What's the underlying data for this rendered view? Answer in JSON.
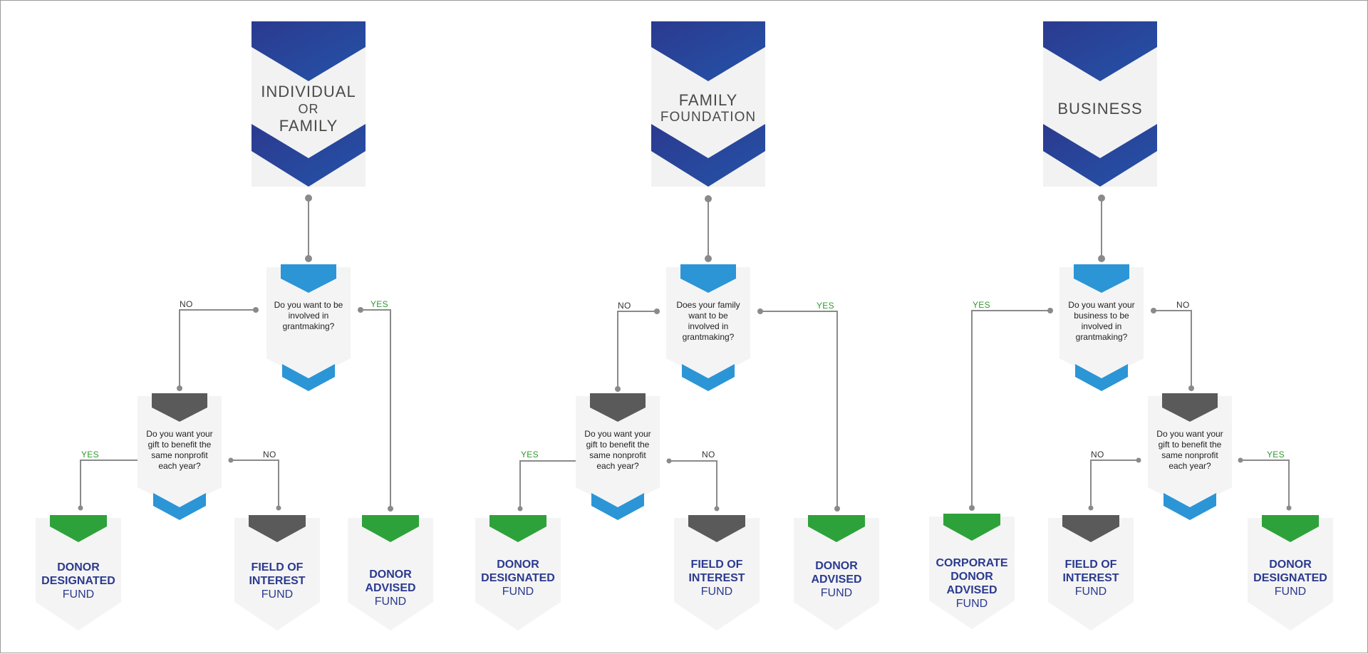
{
  "colors": {
    "header_blue": "#2b3a8f",
    "question_blue": "#2b95d6",
    "question_gray": "#5a5a5a",
    "result_green": "#2ea23a",
    "result_gray": "#5a5a5a",
    "connector": "#8a8a8a",
    "yes_label": "#2e9a2e"
  },
  "columns": [
    {
      "header": {
        "line1": "INDIVIDUAL",
        "line2": "OR",
        "line3": "FAMILY"
      },
      "question1": "Do you want to be involved in grantmaking?",
      "question2": "Do you want your gift to benefit the same nonprofit each year?",
      "labels": {
        "q1_left": "NO",
        "q1_right": "YES",
        "q2_left": "YES",
        "q2_right": "NO"
      },
      "results": [
        {
          "line1": "DONOR",
          "line2": "DESIGNATED",
          "line3": "FUND"
        },
        {
          "line1": "FIELD OF",
          "line2": "INTEREST",
          "line3": "FUND"
        },
        {
          "line1": "DONOR",
          "line2": "ADVISED",
          "line3": "FUND"
        }
      ]
    },
    {
      "header": {
        "line1": "FAMILY",
        "line2": "FOUNDATION"
      },
      "question1": "Does your family want to be involved in grantmaking?",
      "question2": "Do you want your gift to benefit the same nonprofit each year?",
      "labels": {
        "q1_left": "NO",
        "q1_right": "YES",
        "q2_left": "YES",
        "q2_right": "NO"
      },
      "results": [
        {
          "line1": "DONOR",
          "line2": "DESIGNATED",
          "line3": "FUND"
        },
        {
          "line1": "FIELD OF",
          "line2": "INTEREST",
          "line3": "FUND"
        },
        {
          "line1": "DONOR",
          "line2": "ADVISED",
          "line3": "FUND"
        }
      ]
    },
    {
      "header": {
        "line1": "BUSINESS"
      },
      "question1": "Do you want your business to be involved in grantmaking?",
      "question2": "Do you want your gift to benefit the same nonprofit each year?",
      "labels": {
        "q1_left": "YES",
        "q1_right": "NO",
        "q2_left": "NO",
        "q2_right": "YES"
      },
      "results": [
        {
          "line1": "CORPORATE",
          "line2": "DONOR",
          "line3": "ADVISED",
          "line4": "FUND"
        },
        {
          "line1": "FIELD OF",
          "line2": "INTEREST",
          "line3": "FUND"
        },
        {
          "line1": "DONOR",
          "line2": "DESIGNATED",
          "line3": "FUND"
        }
      ]
    }
  ]
}
